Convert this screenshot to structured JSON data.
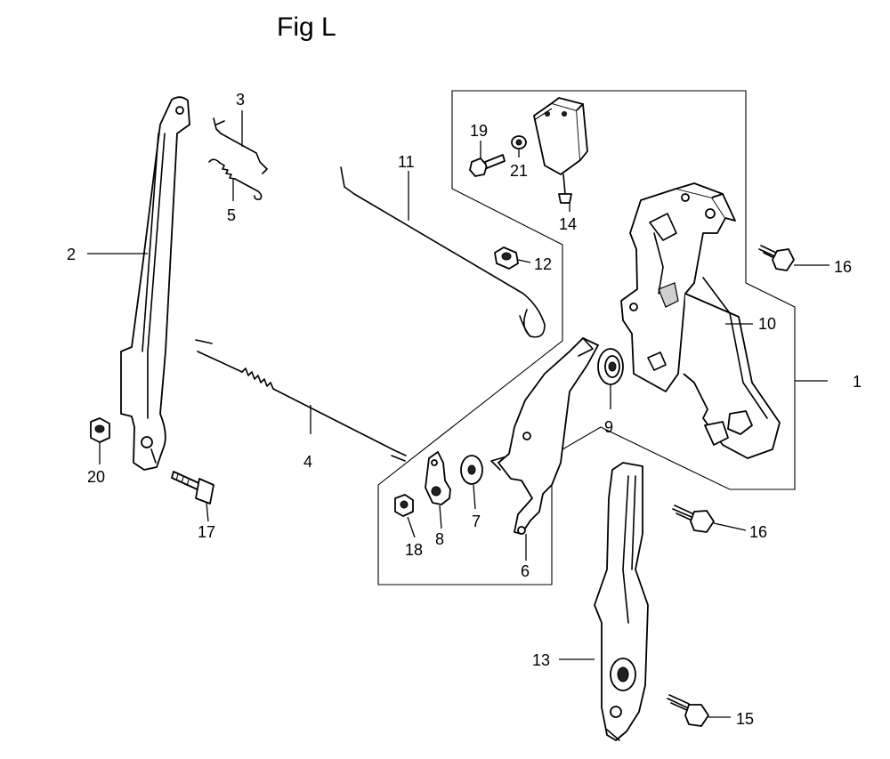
{
  "figure": {
    "title": "Fig L"
  },
  "callouts": [
    {
      "id": "c1",
      "label": "1"
    },
    {
      "id": "c2",
      "label": "2"
    },
    {
      "id": "c3",
      "label": "3"
    },
    {
      "id": "c4",
      "label": "4"
    },
    {
      "id": "c5",
      "label": "5"
    },
    {
      "id": "c6",
      "label": "6"
    },
    {
      "id": "c7",
      "label": "7"
    },
    {
      "id": "c8",
      "label": "8"
    },
    {
      "id": "c9",
      "label": "9"
    },
    {
      "id": "c10",
      "label": "10"
    },
    {
      "id": "c11",
      "label": "11"
    },
    {
      "id": "c12",
      "label": "12"
    },
    {
      "id": "c13",
      "label": "13"
    },
    {
      "id": "c14",
      "label": "14"
    },
    {
      "id": "c15",
      "label": "15"
    },
    {
      "id": "c16a",
      "label": "16"
    },
    {
      "id": "c16b",
      "label": "16"
    },
    {
      "id": "c17",
      "label": "17"
    },
    {
      "id": "c18",
      "label": "18"
    },
    {
      "id": "c19",
      "label": "19"
    },
    {
      "id": "c20",
      "label": "20"
    },
    {
      "id": "c21",
      "label": "21"
    }
  ]
}
